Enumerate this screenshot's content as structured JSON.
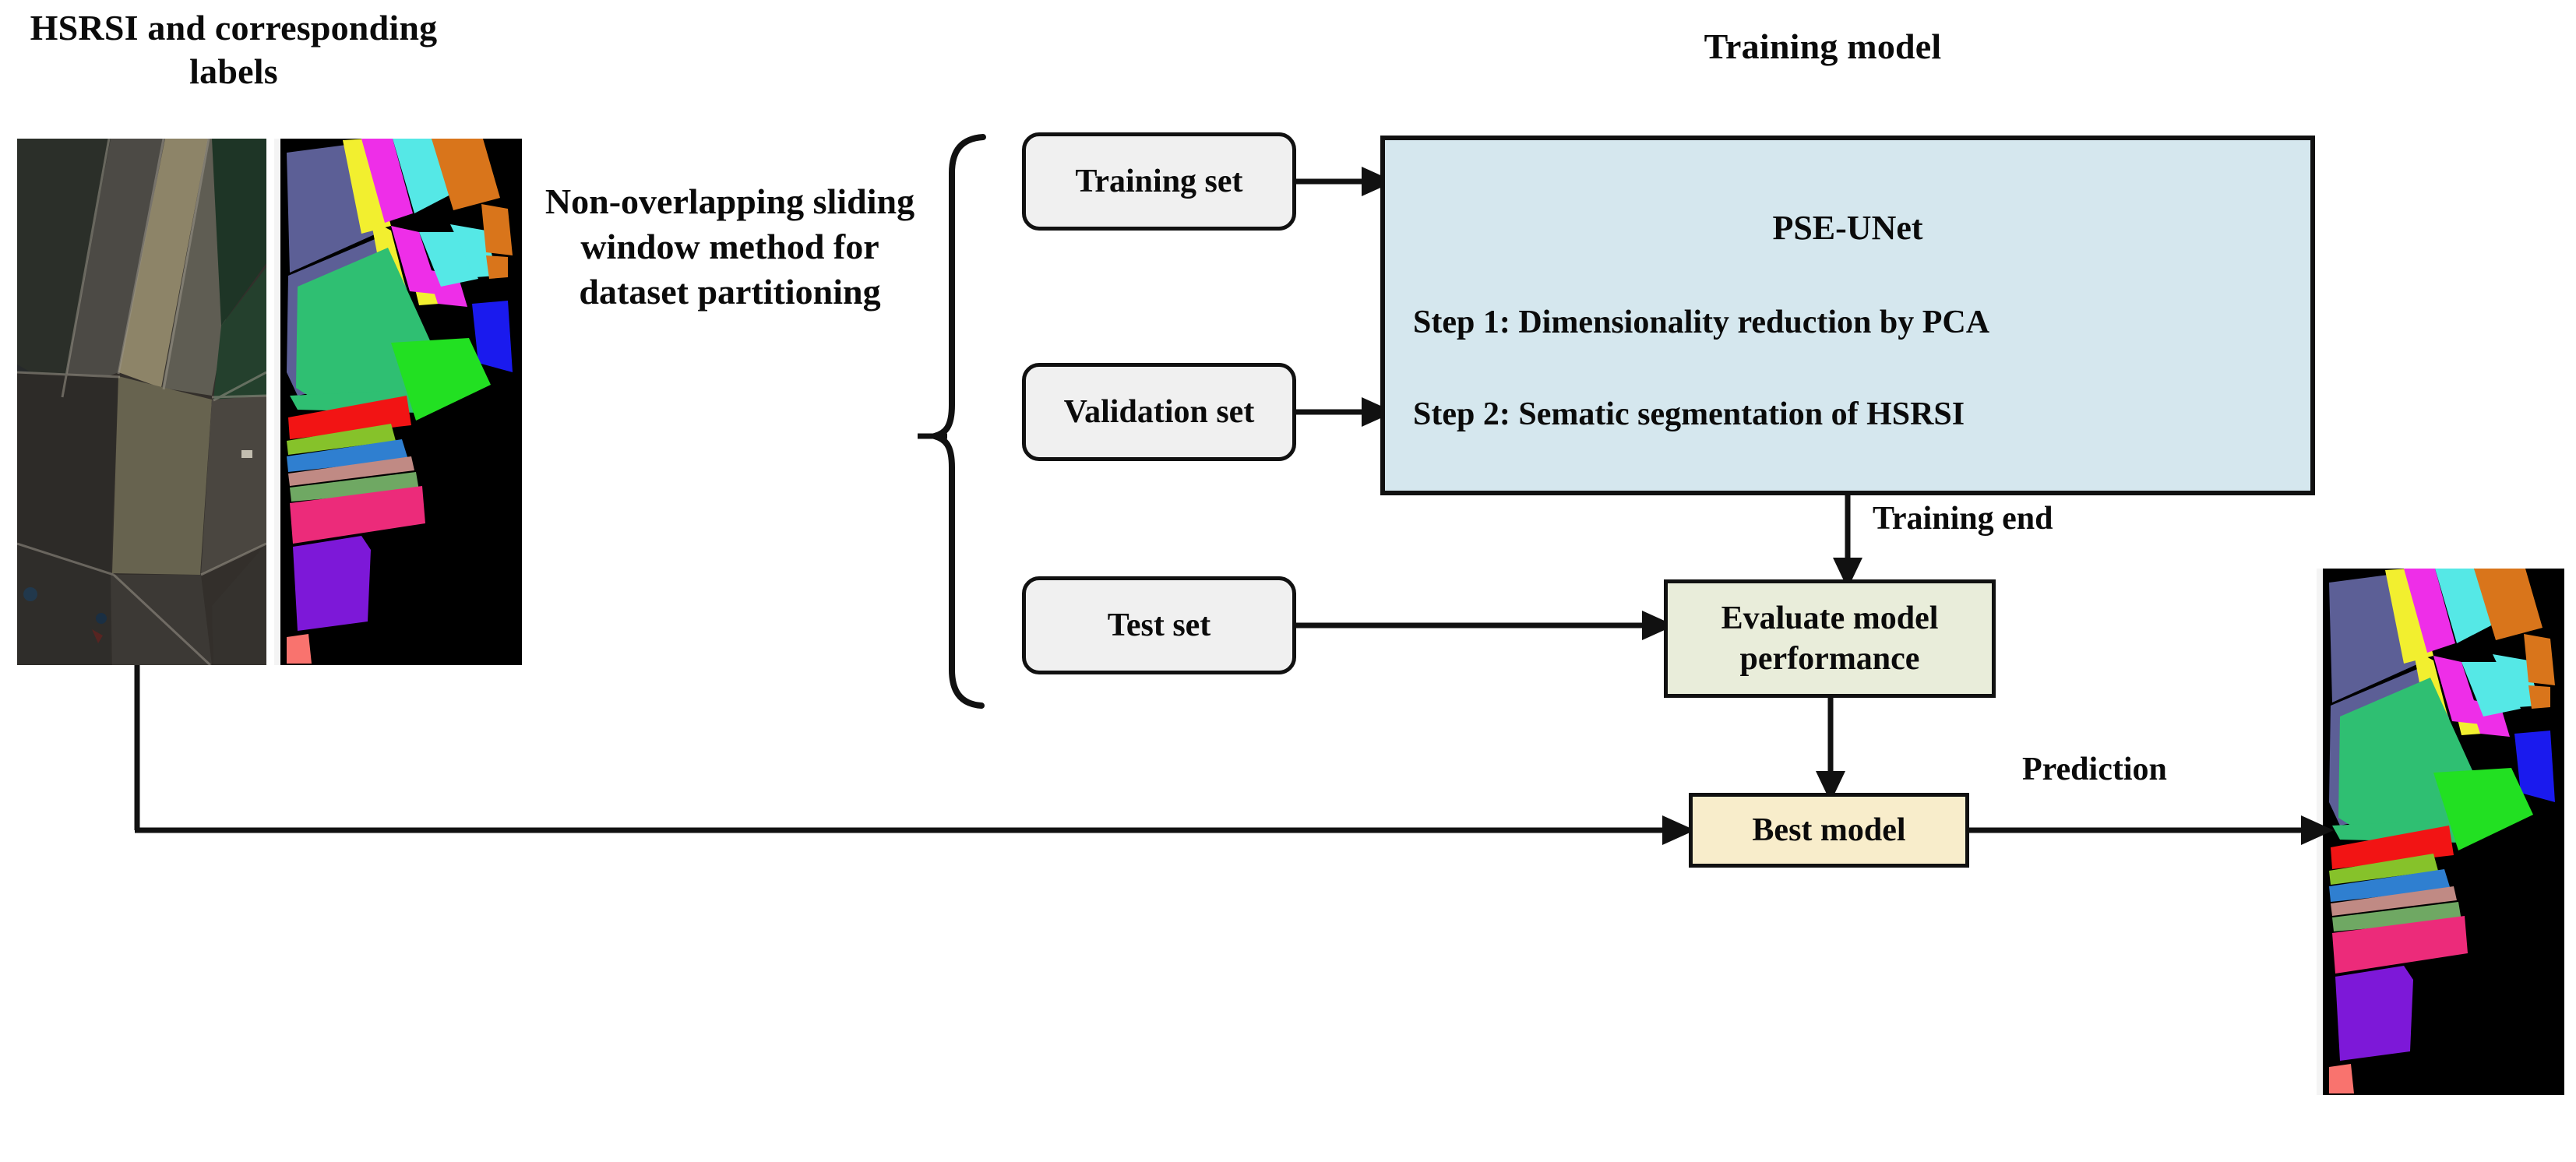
{
  "headings": {
    "left_title": "HSRSI and corresponding labels",
    "training_model": "Training model"
  },
  "labels": {
    "partition_method": "Non-overlapping sliding window method for dataset partitioning",
    "training_end": "Training end",
    "prediction": "Prediction"
  },
  "boxes": {
    "training_set": "Training set",
    "validation_set": "Validation set",
    "test_set": "Test set",
    "model_name": "PSE-UNet",
    "step1": "Step 1: Dimensionality reduction by PCA",
    "step2": "Step 2: Sematic segmentation of HSRSI",
    "evaluate": "Evaluate model performance",
    "best_model": "Best model"
  },
  "images": {
    "satellite": "hsrsi-satellite-image",
    "ground_truth": "ground-truth-label-map",
    "prediction_map": "predicted-segmentation-map"
  },
  "colors": {
    "set_box_fill": "#f0f0f0",
    "model_box_fill": "#d5e7ee",
    "evaluate_box_fill": "#e9edda",
    "best_model_box_fill": "#f8edcb",
    "stroke": "#111111",
    "background": "#ffffff"
  },
  "class_palette": {
    "slate_blue": "#5c5f96",
    "yellow": "#f2ef2f",
    "magenta": "#ee2ee8",
    "cyan": "#55e8e6",
    "orange": "#d9751b",
    "sea_green": "#2fbf72",
    "bright_green": "#22e022",
    "blue": "#1a1aee",
    "red": "#f21414",
    "olive_green": "#86c22a",
    "steel_blue": "#2f7fd0",
    "rosy_brown": "#c08a84",
    "moss_green": "#6fa863",
    "pink": "#ec2b7a",
    "purple": "#7d18d8",
    "salmon": "#f9736e",
    "black": "#000000"
  }
}
